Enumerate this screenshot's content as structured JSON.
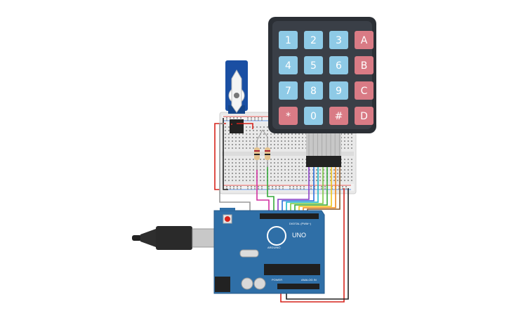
{
  "keypad": {
    "rows": [
      [
        "1",
        "2",
        "3",
        "A"
      ],
      [
        "4",
        "5",
        "6",
        "B"
      ],
      [
        "7",
        "8",
        "9",
        "C"
      ],
      [
        "*",
        "0",
        "#",
        "D"
      ]
    ],
    "digit_color": "#8ecae6",
    "letter_color": "#d97b85",
    "body_color": "#2b2f35"
  },
  "arduino": {
    "board_label": "UNO",
    "brand_label": "ARDUINO",
    "digital_header_label": "DIGITAL (PWM~)",
    "power_label": "POWER",
    "analog_label": "ANALOG IN",
    "board_color": "#2f6fa7"
  },
  "wire_colors": {
    "red": "#d6231b",
    "black": "#222222",
    "gray": "#9a9a9a",
    "pink": "#d22fa0",
    "green": "#35a93a",
    "purple": "#8a3fc7",
    "blue": "#2a6fdc",
    "cyan": "#1cb7c9",
    "lime": "#7ac943",
    "yellow": "#f0c419",
    "orange": "#f08a1c",
    "brown": "#8b5a2b"
  }
}
